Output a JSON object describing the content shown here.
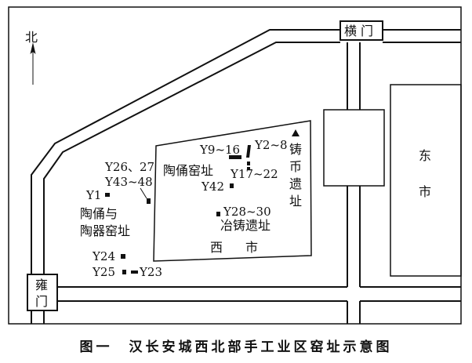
{
  "map": {
    "north_label": "北",
    "gates": {
      "hengmen": [
        "横",
        "门"
      ],
      "yongmen": [
        "雍",
        "门"
      ]
    },
    "markets": {
      "east_market": [
        "东",
        "市"
      ],
      "west_market": [
        "西",
        "市"
      ]
    },
    "areas": {
      "figurine_kiln": "陶俑窑址",
      "coin_foundry": [
        "铸",
        "币",
        "遗",
        "址"
      ],
      "smelting_site": "冶铸遗址",
      "pottery_kilns_line1": "陶俑与",
      "pottery_kilns_line2": "陶器窑址"
    },
    "kilns": {
      "y9_16": "Y9~16",
      "y2_8": "Y2~8",
      "y26_27": "Y26、27",
      "y43_48": "Y43~48",
      "y17_22": "Y17~22",
      "y42": "Y42",
      "y1": "Y1",
      "y28_30": "Y28~30",
      "y24": "Y24",
      "y25": "Y25",
      "y23": "Y23"
    }
  },
  "caption": "图一　汉长安城西北部手工业区窑址示意图"
}
